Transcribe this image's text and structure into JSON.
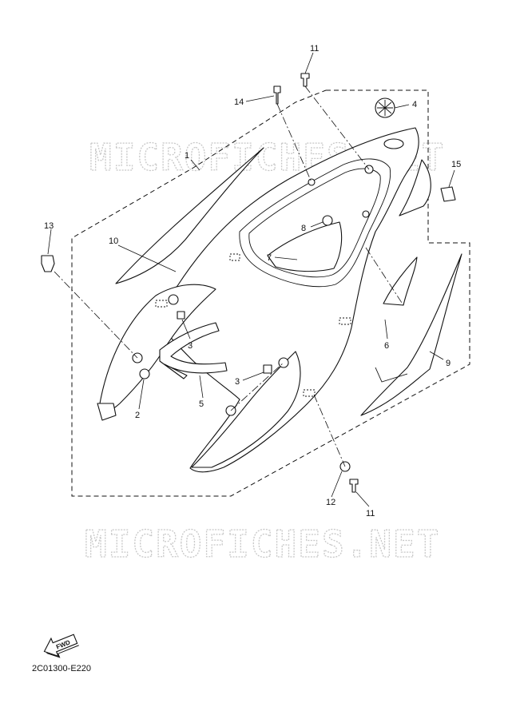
{
  "watermark": {
    "text": "MICROFICHES.NET"
  },
  "callouts": {
    "p1": "1",
    "p2": "2",
    "p3a": "3",
    "p3b": "3",
    "p4": "4",
    "p5": "5",
    "p6": "6",
    "p7": "7",
    "p8": "8",
    "p9": "9",
    "p10": "10",
    "p11a": "11",
    "p11b": "11",
    "p12": "12",
    "p13": "13",
    "p14": "14",
    "p15": "15"
  },
  "fwd_label": "FWD",
  "reference_code": "2C01300-E220"
}
